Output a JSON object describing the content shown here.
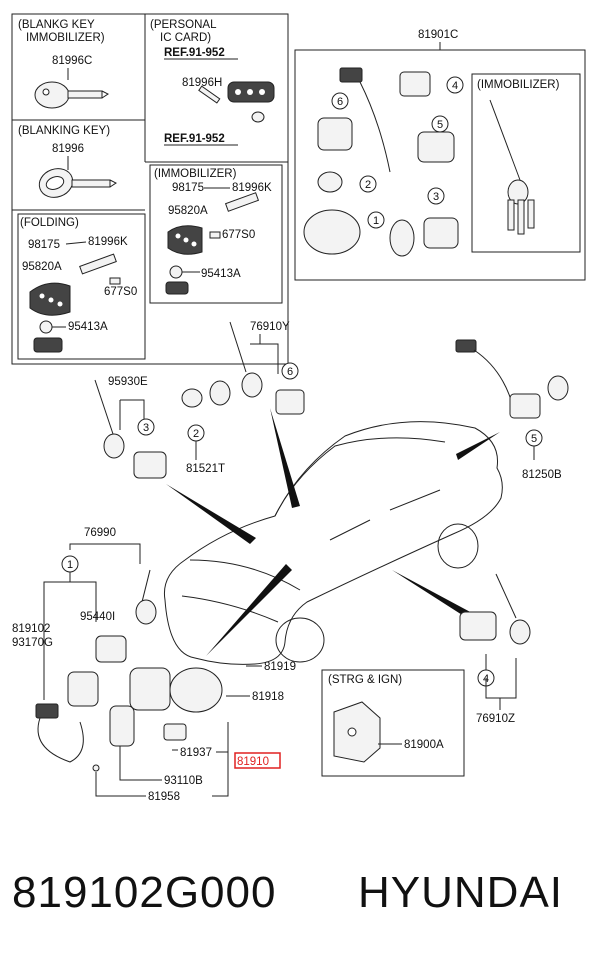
{
  "boxes": {
    "blank_key_immobilizer": "(BLANKG KEY\n IMMOBILIZER)",
    "personal_ic_card": "(PERSONAL\n IC CARD)",
    "blanking_key": "(BLANKING KEY)",
    "immobilizer_inner": "(IMMOBILIZER)",
    "folding": "(FOLDING)",
    "immobilizer_right": "(IMMOBILIZER)",
    "strg_ign": "(STRG & IGN)"
  },
  "refs": {
    "ref1": "REF.91-952",
    "ref2": "REF.91-952"
  },
  "labels": {
    "p81996C": "81996C",
    "p81996H": "81996H",
    "p81996": "81996",
    "p98175a": "98175",
    "p81996Ka": "81996K",
    "p95820Aa": "95820A",
    "p677S0a": "677S0",
    "p95413Aa": "95413A",
    "p98175b": "98175",
    "p81996Kb": "81996K",
    "p95820Ab": "95820A",
    "p677S0b": "677S0",
    "p95413Ab": "95413A",
    "p81901C": "81901C",
    "p76910Y": "76910Y",
    "p95930E": "95930E",
    "p81521T": "81521T",
    "p81250B": "81250B",
    "p76990": "76990",
    "p81910_2": "819102",
    "p93170G": "93170G",
    "p95440I": "95440I",
    "p81919": "81919",
    "p81918": "81918",
    "p81937": "81937",
    "p81910": "81910",
    "p93110B": "93110B",
    "p81958": "81958",
    "p81900A": "81900A",
    "p76910Z": "76910Z"
  },
  "callouts": [
    "1",
    "2",
    "3",
    "4",
    "5",
    "6"
  ],
  "caption": {
    "part_number": "819102G000",
    "brand": "HYUNDAI"
  },
  "colors": {
    "highlight": "#e02020",
    "line": "#222222"
  }
}
